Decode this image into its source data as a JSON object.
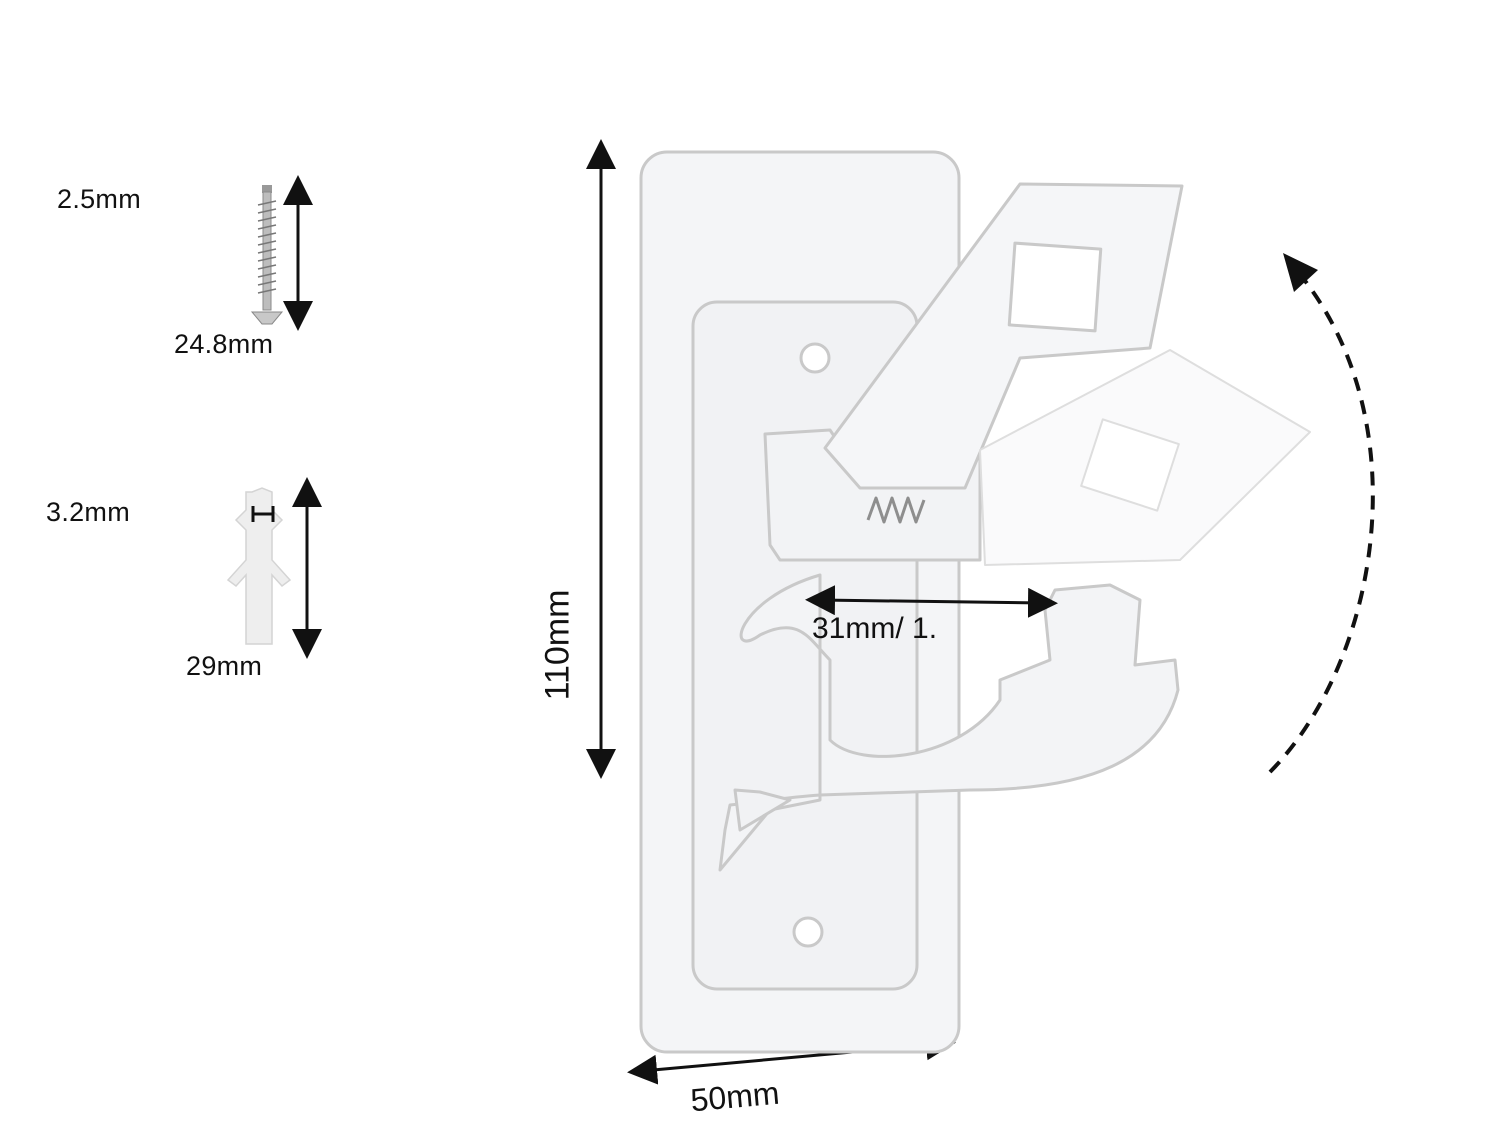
{
  "screw": {
    "diameter_label": "2.5mm",
    "length_label": "24.8mm"
  },
  "anchor": {
    "diameter_label": "3.2mm",
    "length_label": "29mm"
  },
  "bracket": {
    "height_label": "110mm",
    "width_label": "50mm",
    "gap_label": "31mm/ 1."
  },
  "colors": {
    "plastic_stroke": "#c9c9c9",
    "plastic_fill": "#f6f6f8",
    "arrow": "#111111",
    "anchor_fill": "#eeeeee"
  },
  "icons": {
    "rotation_arrow": "curved-dashed-arrow-icon",
    "screw": "screw-icon",
    "anchor": "wall-anchor-icon"
  }
}
